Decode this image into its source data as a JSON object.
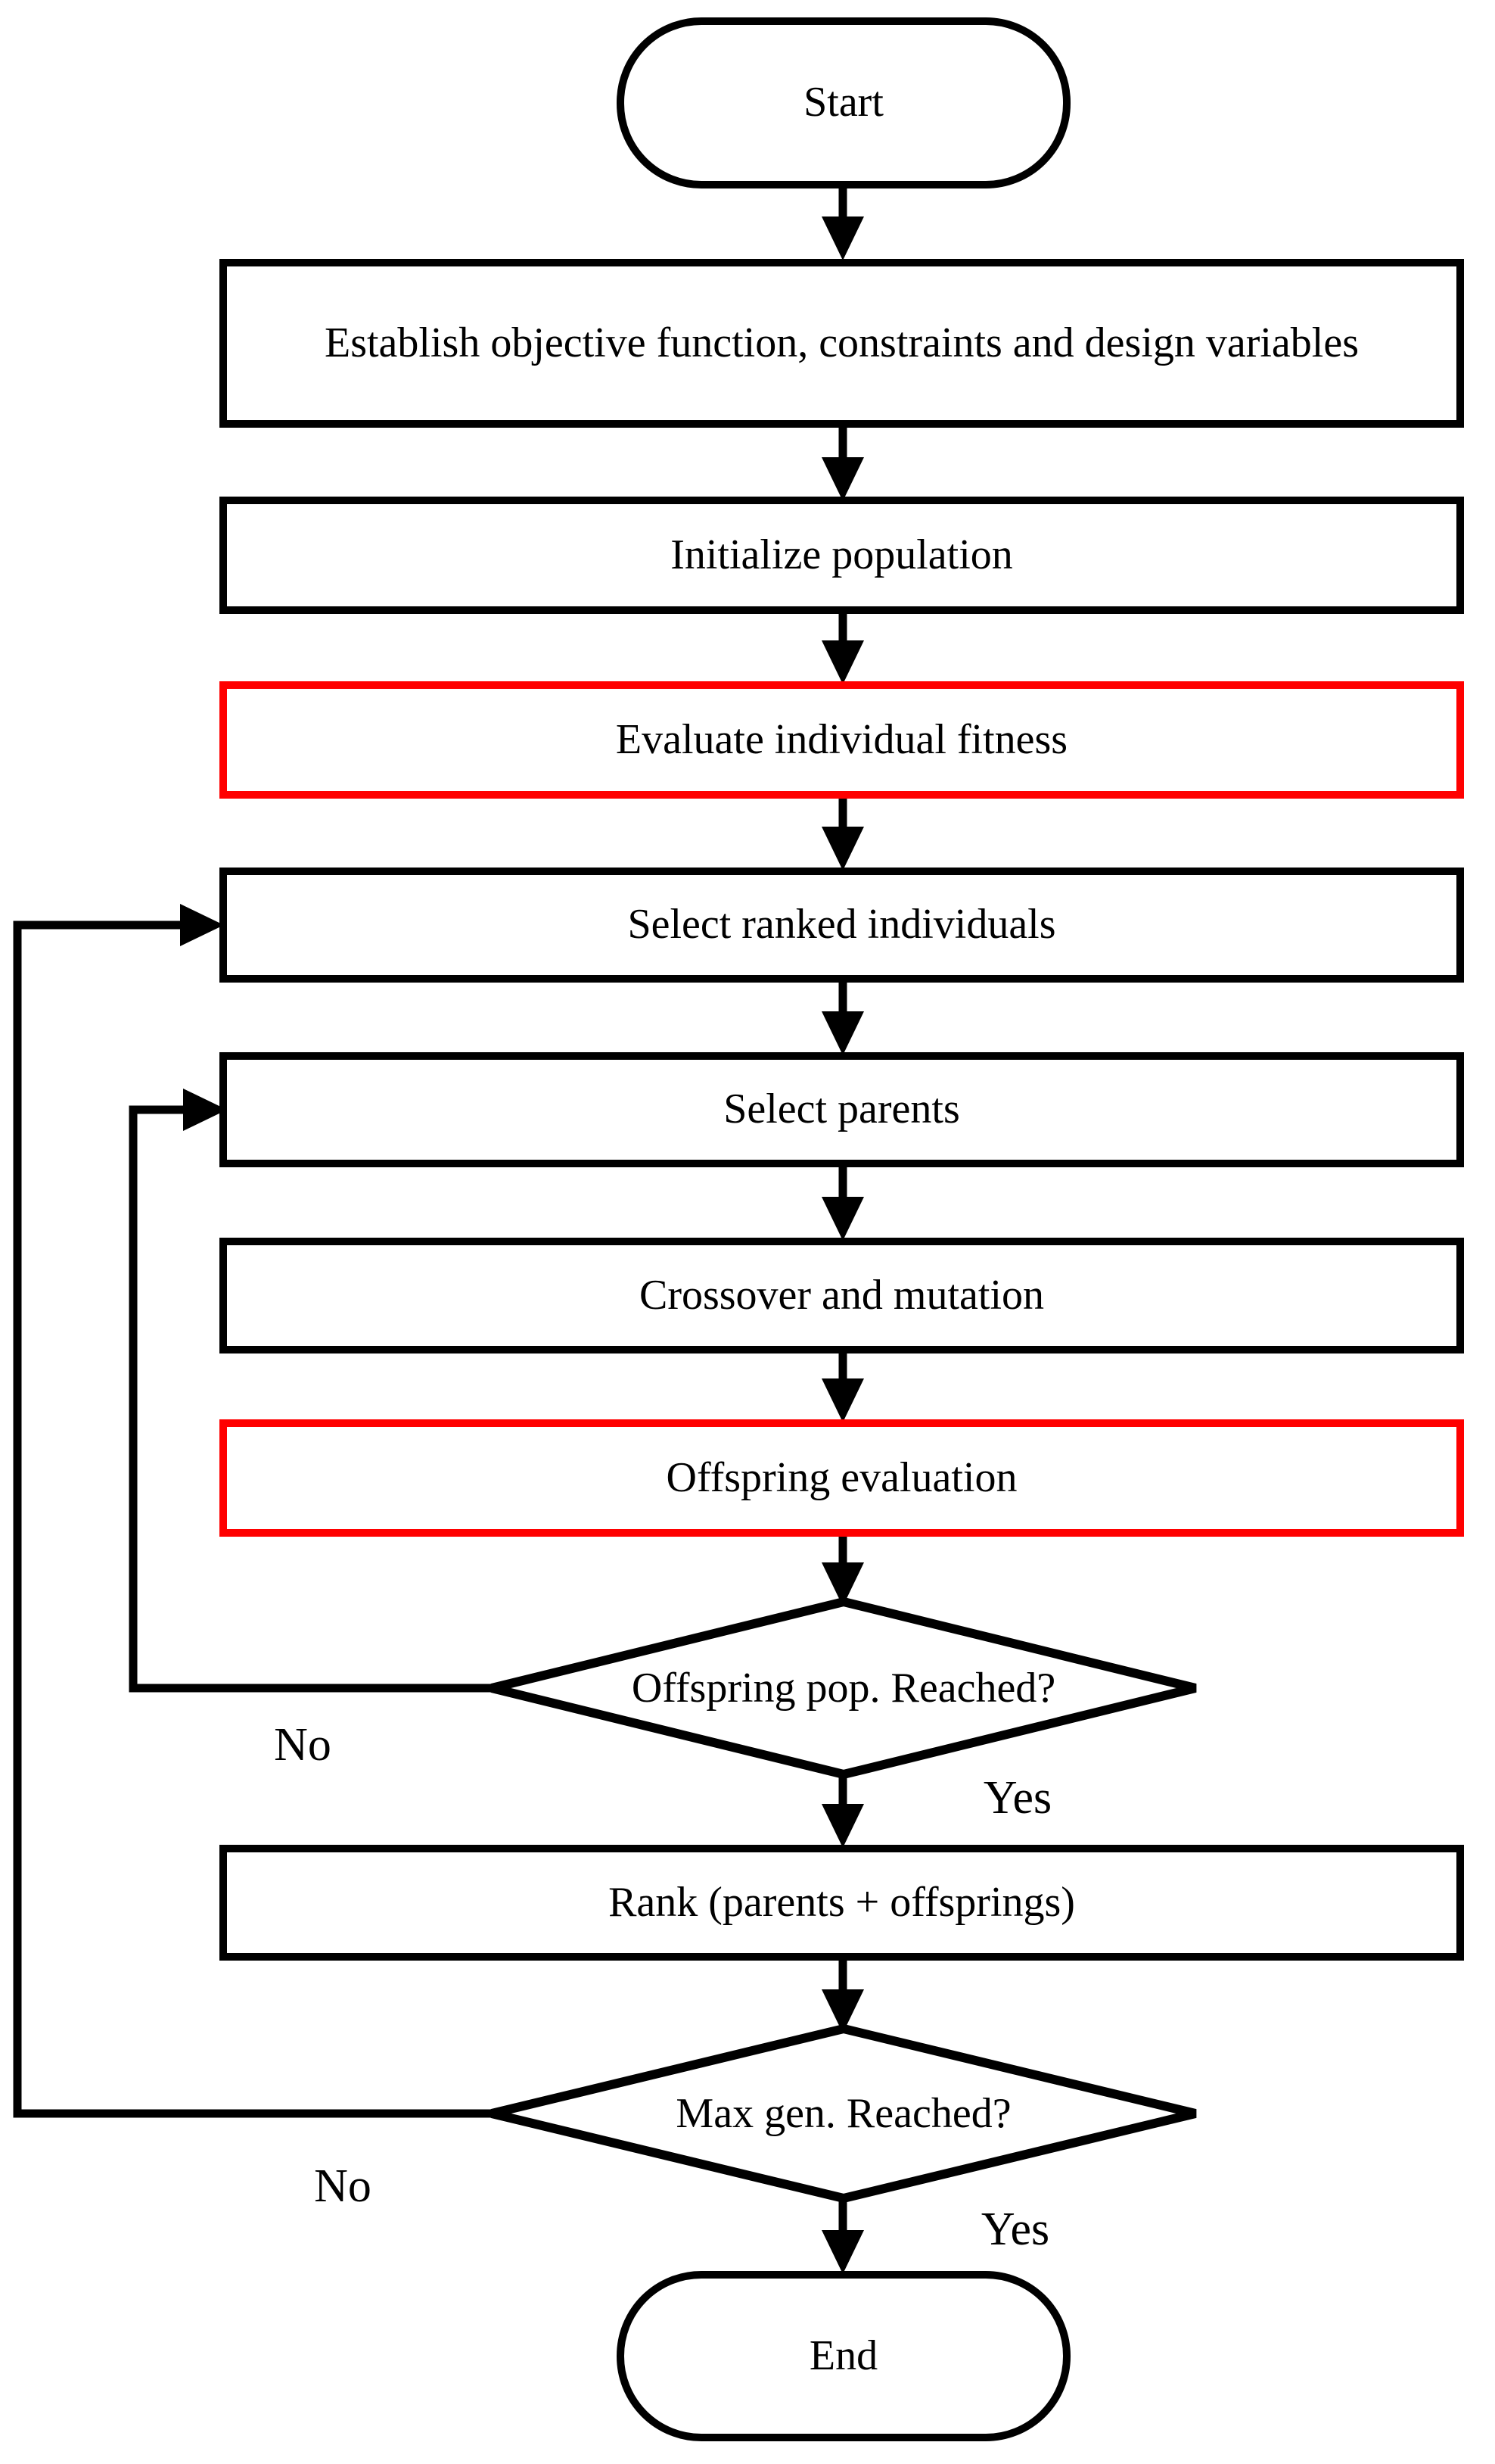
{
  "flowchart": {
    "nodes": {
      "start": {
        "label": "Start",
        "shape": "terminator"
      },
      "establish": {
        "label": "Establish objective function, constraints and design variables",
        "shape": "process"
      },
      "initialize": {
        "label": "Initialize population",
        "shape": "process"
      },
      "evaluate": {
        "label": "Evaluate individual fitness",
        "shape": "process",
        "border": "highlight"
      },
      "select_ranked": {
        "label": "Select ranked individuals",
        "shape": "process"
      },
      "select_parents": {
        "label": "Select parents",
        "shape": "process"
      },
      "crossover": {
        "label": "Crossover and mutation",
        "shape": "process"
      },
      "offspring_eval": {
        "label": "Offspring evaluation",
        "shape": "process",
        "border": "highlight"
      },
      "offspring_decision": {
        "label": "Offspring pop. Reached?",
        "shape": "decision"
      },
      "rank": {
        "label": "Rank (parents + offsprings)",
        "shape": "process"
      },
      "max_gen_decision": {
        "label": "Max gen. Reached?",
        "shape": "decision"
      },
      "end": {
        "label": "End",
        "shape": "terminator"
      }
    },
    "edges": {
      "offspring_decision_no": "No",
      "offspring_decision_yes": "Yes",
      "max_gen_decision_no": "No",
      "max_gen_decision_yes": "Yes"
    },
    "colors": {
      "highlight": "#ff0000",
      "default_border": "#000000",
      "line": "#000000",
      "background": "#ffffff",
      "text": "#000000"
    }
  }
}
